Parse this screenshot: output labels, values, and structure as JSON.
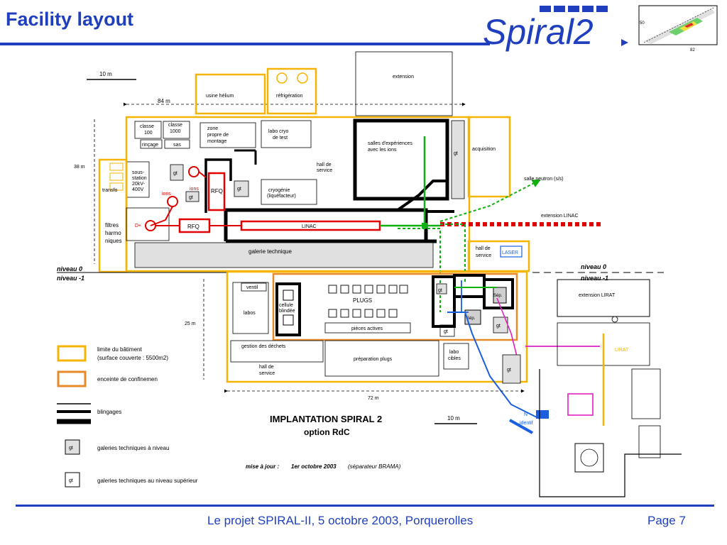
{
  "slide": {
    "title": "Facility layout",
    "logo_text": "Spiral2",
    "logo_tick_a": "50",
    "logo_tick_b": "82"
  },
  "plan": {
    "scale_10m": "10 m",
    "dim_84m": "84 m",
    "dim_38m": "38 m",
    "dim_25m": "25 m",
    "dim_72m": "72 m",
    "scale_10m_b": "10 m",
    "level_0": "niveau 0",
    "level_m1": "niveau -1",
    "level_0_r": "niveau 0",
    "level_m1_r": "niveau -1",
    "rooms": {
      "usine_helium": "usine hélium",
      "refrigeration": "réfrigération",
      "extension": "extension",
      "classe100_a": "classe",
      "classe100_b": "100",
      "classe1000_a": "classe",
      "classe1000_b": "1000",
      "rincage": "rinçage",
      "sas": "sas",
      "zone_a": "zone",
      "zone_b": "propre de",
      "zone_c": "montage",
      "labo_cryo_a": "labo cryo",
      "labo_cryo_b": "de test",
      "salles_a": "salles d'expériences",
      "salles_b": "avec les ions",
      "gt_top": "gt",
      "acquisition": "acquisition",
      "hall_service_a": "hall de",
      "hall_service_b": "service",
      "sous_a": "sous-",
      "sous_b": "station",
      "sous_c": "20kV-",
      "sous_d": "400V",
      "transfo": "transfo",
      "gt_1": "gt",
      "gt_2": "gt",
      "gt_3": "gt",
      "ions_left": "ions",
      "ions_right": "ions",
      "rfq_top": "RFQ",
      "cryo_a": "cryogénie",
      "cryo_b": "(liquéfacteur)",
      "salle_neutron": "salle neutron (s/s)",
      "extension_linac": "extension LINAC",
      "filtres_a": "filtres",
      "filtres_b": "harmo",
      "filtres_c": "niques",
      "d_plus": "D+",
      "rfq_bottom": "RFQ",
      "linac": "LINAC",
      "galerie": "galerie technique",
      "hall_b_a": "hall de",
      "hall_b_b": "service",
      "laser": "LASER",
      "ventil": "ventil",
      "cellule_a": "cellule",
      "cellule_b": "blindée",
      "plugs": "PLUGS",
      "labos": "labos",
      "pieces": "pièces actives",
      "gt_4": "gt",
      "gt_5": "gt",
      "gt_6": "gt",
      "gt_7": "gt",
      "sep_1": "Sép.",
      "sep_2": "Sép.",
      "gestion": "gestion des déchets",
      "hall_c_a": "hall de",
      "hall_c_b": "service",
      "preparation": "préparation plugs",
      "labo_cibles_a": "labo",
      "labo_cibles_b": "cibles",
      "extension_lirat": "extension LIRAT",
      "lirat": "LIRAT",
      "n_identif_a": "N",
      "n_identif_b": "identif"
    },
    "legend": {
      "limite_a": "limite du bâtiment",
      "limite_b": "(surface couverte : 5500m2)",
      "enceinte": "enceinte de confinemen",
      "blindages": "blingages",
      "gt_niveau_box": "gt",
      "gt_niveau": "galeries techniques à niveau",
      "gt_sup_box": "gt",
      "gt_sup": "galeries techniques au niveau supérieur"
    },
    "implantation_a": "IMPLANTATION SPIRAL 2",
    "implantation_b": "option RdC",
    "mise_a_jour_label": "mise à jour :",
    "mise_a_jour_date": "1er octobre 2003",
    "mise_a_jour_note": "(séparateur BRAMA)"
  },
  "footer": {
    "text": "Le projet SPIRAL-II, 5 octobre 2003, Porquerolles",
    "page_label": "Page",
    "page_number": "7"
  },
  "colors": {
    "accent": "#1f3fbf",
    "building": "#f5b400",
    "confinement": "#e8892a",
    "beam_red": "#e00000",
    "beam_green": "#10b010",
    "beam_blue": "#1a5fe0",
    "beam_magenta": "#e020c0"
  }
}
